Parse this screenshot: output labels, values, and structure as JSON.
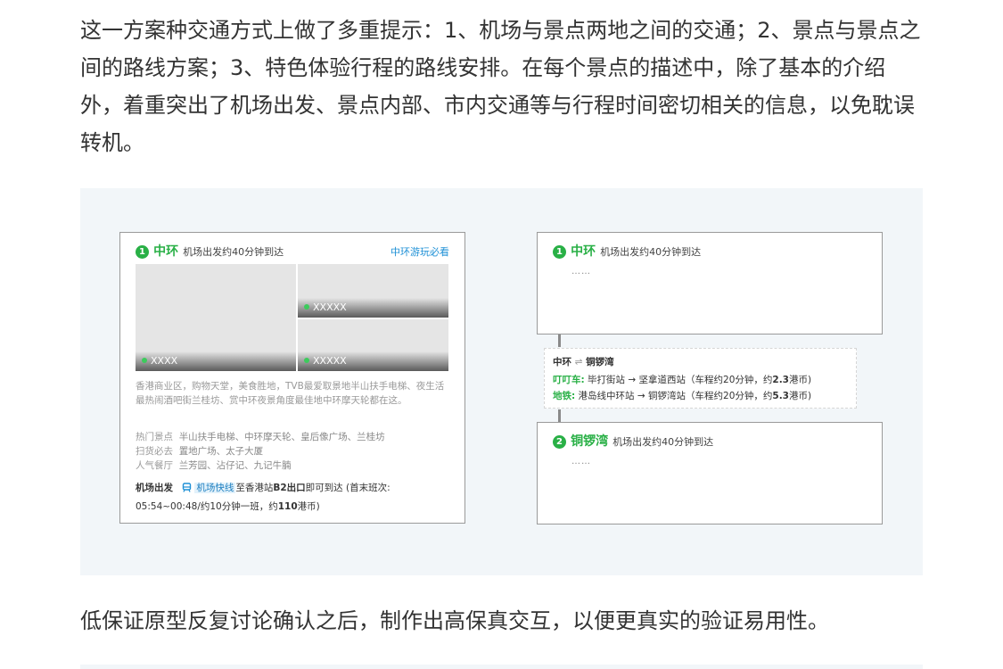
{
  "paragraphs": {
    "intro": "这一方案种交通方式上做了多重提示：1、机场与景点两地之间的交通；2、景点与景点之间的路线方案；3、特色体验行程的路线安排。在每个景点的描述中，除了基本的介绍外，着重突出了机场出发、景点内部、市内交通等与行程时间密切相关的信息，以免耽误转机。",
    "outro": "低保证原型反复讨论确认之后，制作出高保真交互，以便更真实的验证易用性。"
  },
  "left_card": {
    "number": "1",
    "name": "中环",
    "subtitle": "机场出发约40分钟到达",
    "link": "中环游玩必看",
    "photos": [
      {
        "caption": "XXXX"
      },
      {
        "caption": "XXXXX"
      },
      {
        "caption": "XXXXX"
      }
    ],
    "description": "香港商业区，购物天堂，美食胜地，TVB最爱取景地半山扶手电梯、夜生活最热闹酒吧街兰桂坊、赏中环夜景角度最佳地中环摩天轮都在这。",
    "info": [
      {
        "key": "热门景点",
        "value": "半山扶手电梯、中环摩天轮、皇后像广场、兰桂坊"
      },
      {
        "key": "扫货必去",
        "value": "置地广场、太子大厦"
      },
      {
        "key": "人气餐厅",
        "value": "兰芳园、沾仔记、九记牛腩"
      }
    ],
    "departure": {
      "label": "机场出发",
      "icon": "bus-icon",
      "tag": "机场快线",
      "text_1": "至香港站",
      "exit": "B2出口",
      "text_2": "即可到达 (首末班次: 05:54~00:48/约10分钟一班，约",
      "price": "110",
      "text_3": "港币)"
    }
  },
  "right_cards": [
    {
      "number": "1",
      "name": "中环",
      "subtitle": "机场出发约40分钟到达",
      "body": "……"
    },
    {
      "number": "2",
      "name": "铜锣湾",
      "subtitle": "机场出发约40分钟到达",
      "body": "……"
    }
  ],
  "transit": {
    "from": "中环",
    "arrow": "⇌",
    "to": "铜锣湾",
    "tram": {
      "mode": "叮叮车:",
      "route": "毕打街站 → 坚拿道西站（车程约20分钟，约",
      "price": "2.3",
      "unit": "港币)"
    },
    "metro": {
      "mode": "地铁:",
      "route": "港岛线中环站 → 铜锣湾站（车程约20分钟，约",
      "price": "5.3",
      "unit": "港币)"
    }
  },
  "colors": {
    "accent_green": "#29b046",
    "link_blue": "#1e90d6",
    "figure_bg": "#f2f6f9"
  }
}
